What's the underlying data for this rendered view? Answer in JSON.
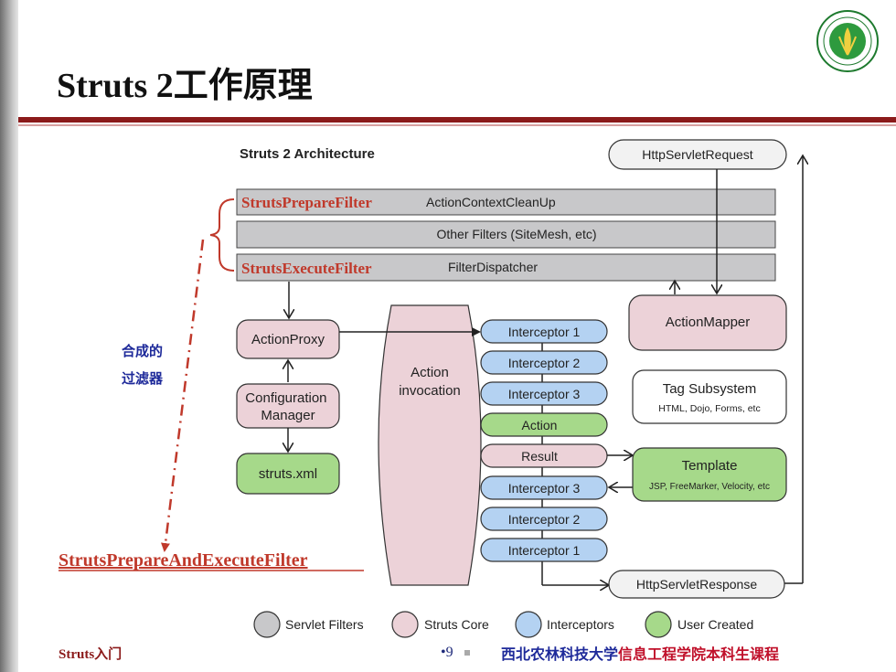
{
  "slide": {
    "title": "Struts 2工作原理",
    "footer_left": "Struts入门",
    "page_number": "•9",
    "org_main": "西北农林科技大学",
    "org_dept": "信息工程学院本科生课程"
  },
  "diagram": {
    "title": "Struts 2 Architecture",
    "http_request": "HttpServletRequest",
    "http_response": "HttpServletResponse",
    "filters": {
      "prepare_label": "StrutsPrepareFilter",
      "cleanup": "ActionContextCleanUp",
      "other": "Other Filters (SiteMesh, etc)",
      "execute_label": "StrutsExecuteFilter",
      "dispatcher": "FilterDispatcher"
    },
    "action_proxy": "ActionProxy",
    "configuration_manager": "Configuration Manager",
    "struts_xml": "struts.xml",
    "action_invocation": "Action invocation",
    "interceptors_in": [
      "Interceptor 1",
      "Interceptor 2",
      "Interceptor 3"
    ],
    "action": "Action",
    "result": "Result",
    "interceptors_out": [
      "Interceptor 3",
      "Interceptor 2",
      "Interceptor 1"
    ],
    "action_mapper": "ActionMapper",
    "tag_subsystem_title": "Tag Subsystem",
    "tag_subsystem_sub": "HTML, Dojo, Forms, etc",
    "template_title": "Template",
    "template_sub": "JSP, FreeMarker, Velocity, etc",
    "annotation_line1": "合成的",
    "annotation_line2": "过滤器",
    "combined_filter": "StrutsPrepareAndExecuteFilter",
    "legend": [
      "Servlet Filters",
      "Struts Core",
      "Interceptors",
      "User Created"
    ]
  },
  "colors": {
    "accent_red": "#8b1a1a",
    "filter_label_red": "#c0392b",
    "servlet_filter_gray": "#c8c8ca",
    "struts_core_pink": "#ecd2d8",
    "interceptor_blue": "#b4d2f2",
    "user_created_green": "#a6d98a",
    "annotation_blue": "#1e2a9a"
  }
}
